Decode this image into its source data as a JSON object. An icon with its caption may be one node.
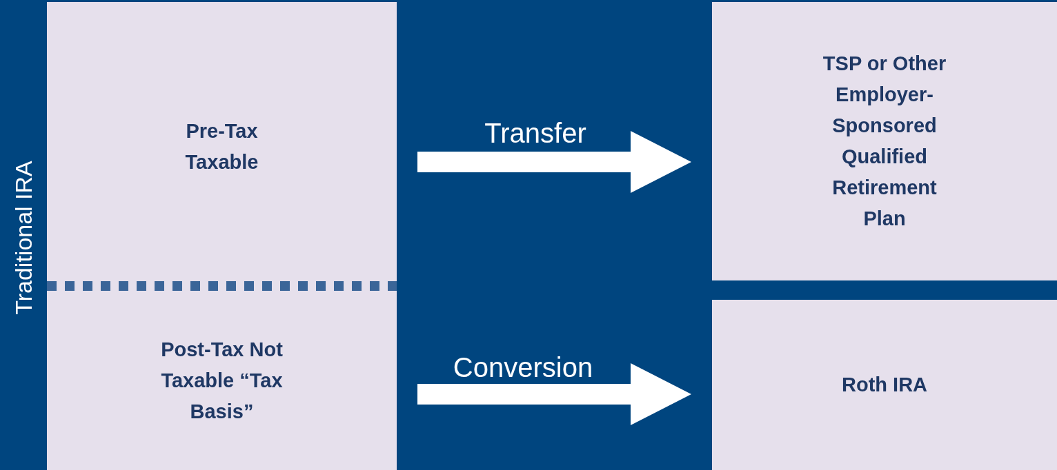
{
  "diagram": {
    "nodes": [
      {
        "text": [
          "Traditional IRA"
        ]
      },
      {
        "text": [
          "Pre-Tax Taxable"
        ],
        "in": 0
      },
      {
        "text": [
          "Post-Tax Not Taxable “Tax Basis”"
        ],
        "in": 0
      },
      {
        "text": [
          "TSP or Other Employer-Sponsored Qualified Retirement Plan"
        ]
      },
      {
        "text": [
          "Roth IRA"
        ]
      }
    ],
    "edges": [
      {
        "from": 1,
        "to": 3,
        "arrow": "to",
        "label": "Transfer"
      },
      {
        "from": 2,
        "to": 4,
        "arrow": "to",
        "label": "Conversion"
      }
    ]
  }
}
